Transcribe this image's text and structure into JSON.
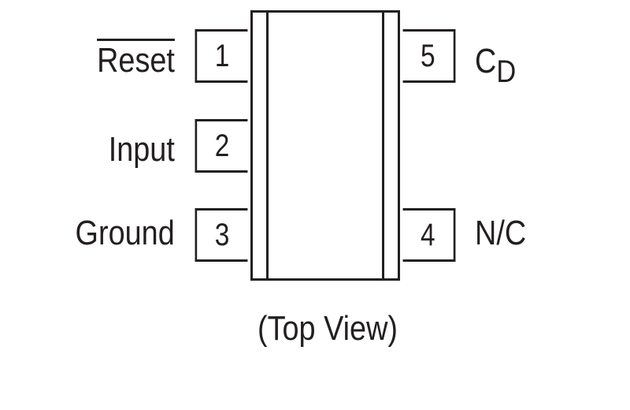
{
  "diagram": {
    "title": "(Top View)",
    "package_body_label": "",
    "pins": [
      {
        "number": "1",
        "side": "left",
        "name": "Reset",
        "active_low": true,
        "name_subscript": ""
      },
      {
        "number": "2",
        "side": "left",
        "name": "Input",
        "active_low": false,
        "name_subscript": ""
      },
      {
        "number": "3",
        "side": "left",
        "name": "Ground",
        "active_low": false,
        "name_subscript": ""
      },
      {
        "number": "4",
        "side": "right",
        "name": "N/C",
        "active_low": false,
        "name_subscript": ""
      },
      {
        "number": "5",
        "side": "right",
        "name": "C",
        "active_low": false,
        "name_subscript": "D"
      }
    ]
  }
}
